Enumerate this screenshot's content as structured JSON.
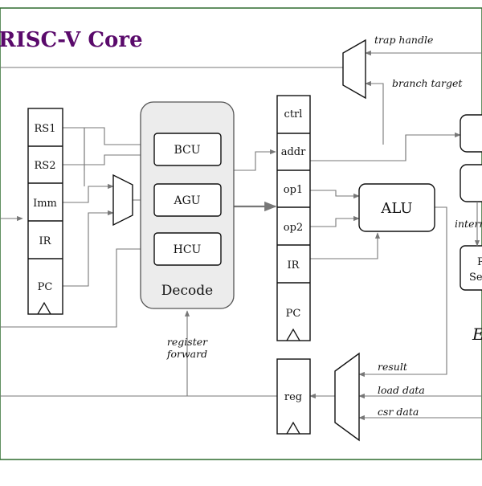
{
  "title": "RISC-V Core",
  "frame_color": "#2f6b2f",
  "title_color": "#5a0a6b",
  "decode_label": "Decode",
  "register_file_left": [
    "RS1",
    "RS2",
    "Imm",
    "IR",
    "PC"
  ],
  "units": [
    "BCU",
    "AGU",
    "HCU"
  ],
  "pipeline_reg": [
    "ctrl",
    "addr",
    "op1",
    "op2",
    "IR",
    "PC"
  ],
  "alu": "ALU",
  "writeback_reg": "reg",
  "signals": {
    "trap_handle": "trap handle",
    "branch_target": "branch target",
    "register_forward_1": "register",
    "register_forward_2": "forward",
    "result": "result",
    "load_data": "load data",
    "csr_data": "csr data",
    "intern": "intern",
    "e_partial": "E",
    "r_partial": "R",
    "se_partial": "Se"
  }
}
